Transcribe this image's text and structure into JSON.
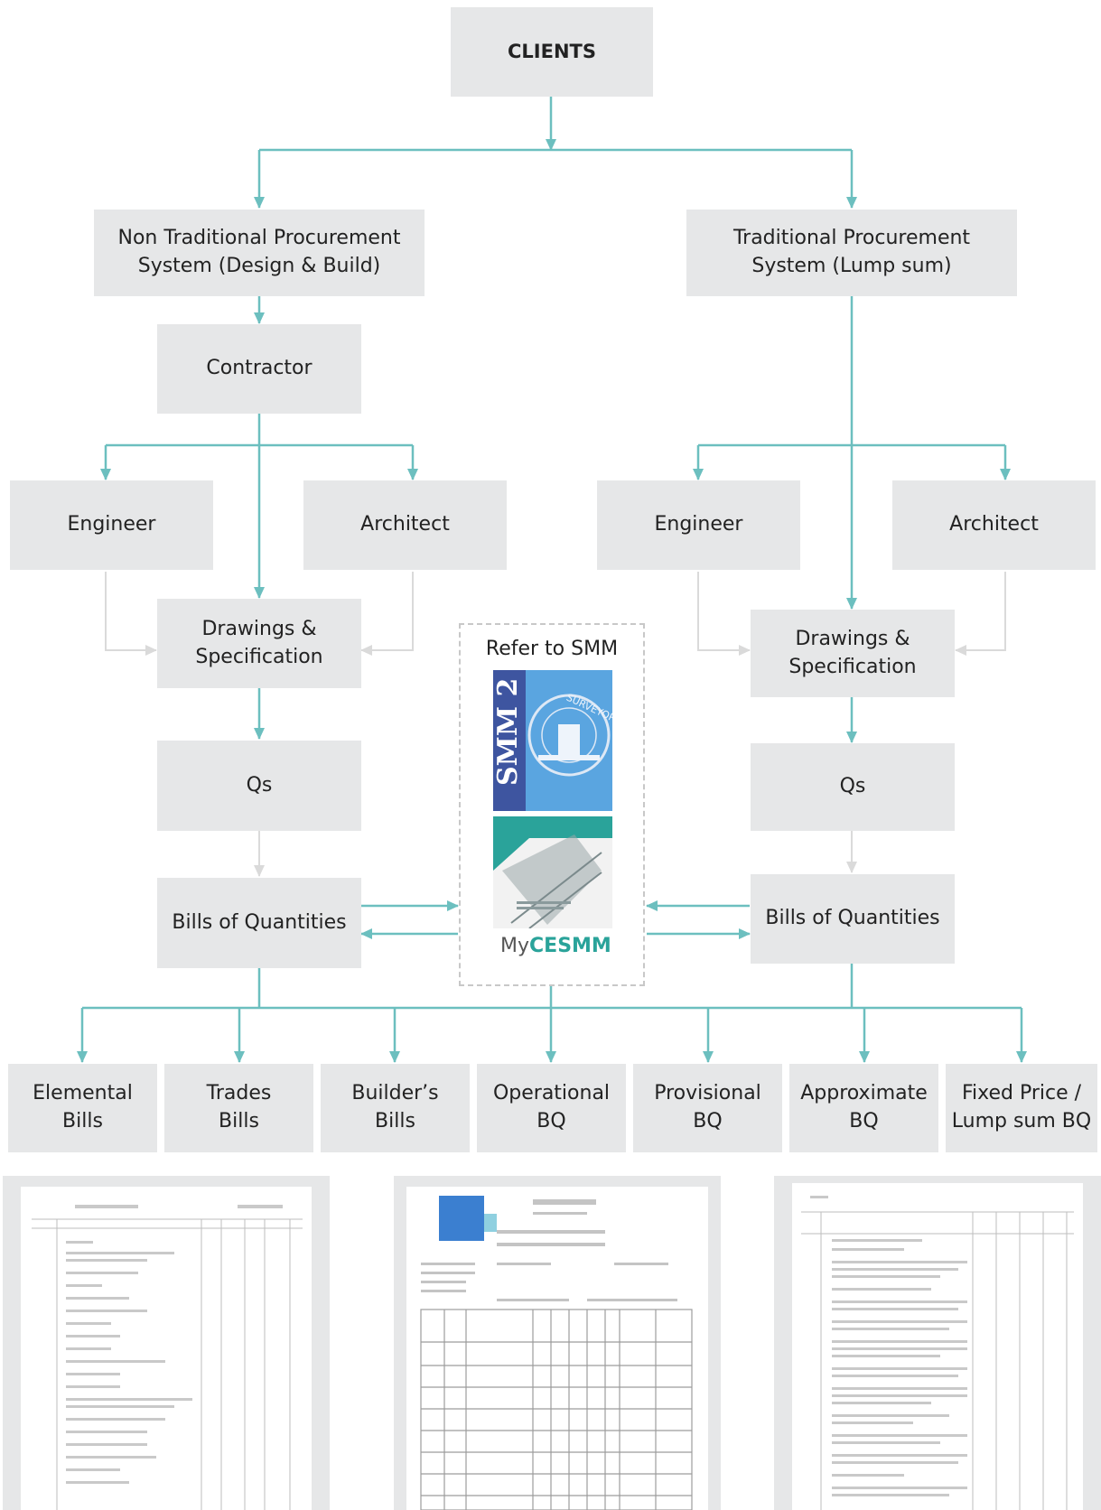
{
  "nodes": {
    "clients": "CLIENTS",
    "non_traditional": "Non Traditional Procurement\nSystem (Design & Build)",
    "traditional": "Traditional Procurement\nSystem (Lump sum)",
    "contractor": "Contractor",
    "left_engineer": "Engineer",
    "left_architect": "Architect",
    "right_engineer": "Engineer",
    "right_architect": "Architect",
    "left_drawings": "Drawings &\nSpecification",
    "right_drawings": "Drawings &\nSpecification",
    "left_qs": "Qs",
    "right_qs": "Qs",
    "left_boq": "Bills of Quantities",
    "right_boq": "Bills of Quantities"
  },
  "smm": {
    "title": "Refer to SMM",
    "book1": "SMM 2",
    "book1_seal": "SURVEYORS",
    "book2_prefix": "My",
    "book2_name": "CESMM"
  },
  "bill_types": [
    "Elemental\nBills",
    "Trades\nBills",
    "Builder’s\nBills",
    "Operational\nBQ",
    "Provisional\nBQ",
    "Approximate\nBQ",
    "Fixed Price /\nLump sum BQ"
  ],
  "colors": {
    "teal": "#6cbfbf",
    "box": "#e6e7e8",
    "grey_line": "#dadada"
  }
}
